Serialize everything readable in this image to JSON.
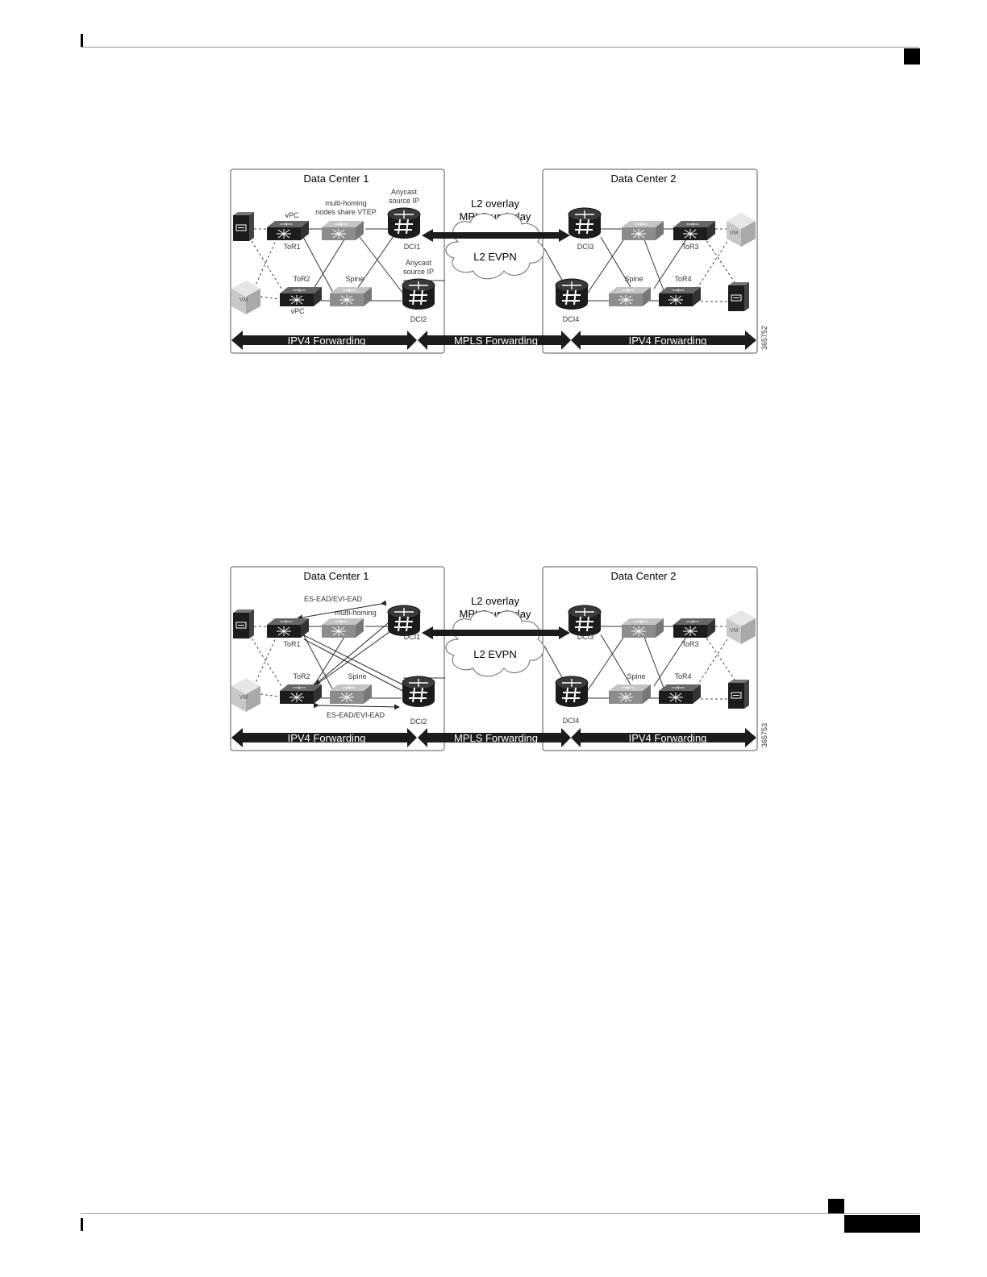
{
  "figures": [
    {
      "dc1_title": "Data Center 1",
      "dc2_title": "Data Center 2",
      "overlay_line1": "L2 overlay",
      "overlay_line2": "MPLS underlay",
      "evpn_label": "L2 EVPN",
      "dc1_note_line1": "multi-homing",
      "dc1_note_line2": "nodes share VTEP",
      "vpc_top": "vPC",
      "vpc_bottom": "vPC",
      "anycast1_line1": "Anycast",
      "anycast1_line2": "source IP",
      "anycast2_line1": "Anycast",
      "anycast2_line2": "source IP",
      "tor1": "ToR1",
      "tor2": "ToR2",
      "tor3": "ToR3",
      "tor4": "ToR4",
      "spine_dc1": "Spine",
      "spine_dc2": "Spine",
      "dci1": "DCI1",
      "dci2": "DCI2",
      "dci3": "DCI3",
      "dci4": "DCI4",
      "vm_left": "VM",
      "vm_right": "VM",
      "fwd_left": "IPV4 Forwarding",
      "fwd_mid": "MPLS Forwarding",
      "fwd_right": "IPV4 Forwarding",
      "figure_id": "365752"
    },
    {
      "dc1_title": "Data Center 1",
      "dc2_title": "Data Center 2",
      "overlay_line1": "L2 overlay",
      "overlay_line2": "MPLS underlay",
      "evpn_label": "L2 EVPN",
      "es_ead_top": "ES-EAD/EVI-EAD",
      "multihoming": "multi-homing",
      "es_ead_bottom": "ES-EAD/EVI-EAD",
      "tor1": "ToR1",
      "tor2": "ToR2",
      "tor3": "ToR3",
      "tor4": "ToR4",
      "spine_dc1": "Spine",
      "spine_dc2": "Spine",
      "dci1": "DCI1",
      "dci2": "DCI2",
      "dci3": "DCI3",
      "dci4": "DCI4",
      "vm_left": "VM",
      "vm_right": "VM",
      "fwd_left": "IPV4 Forwarding",
      "fwd_mid": "MPLS Forwarding",
      "fwd_right": "IPV4 Forwarding",
      "figure_id": "365753"
    }
  ],
  "colors": {
    "device_dark": "#1c1c1c",
    "device_grey": "#8a8a8a",
    "frame": "#555555"
  }
}
